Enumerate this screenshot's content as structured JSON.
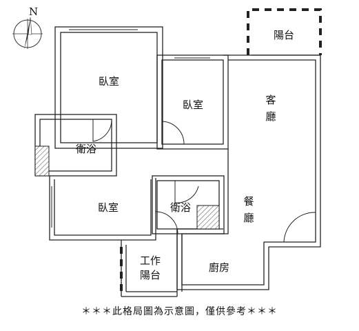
{
  "compass": {
    "north_label": "N"
  },
  "rooms": {
    "bedroom_1": "臥室",
    "bedroom_2": "臥室",
    "bedroom_3": "臥室",
    "bathroom_1": "衛浴",
    "bathroom_2": "衛浴",
    "living_room": [
      "客",
      "廳"
    ],
    "dining_room": [
      "餐",
      "廳"
    ],
    "kitchen": "廚房",
    "balcony_top": "陽台",
    "utility_balcony": [
      "工作",
      "陽台"
    ]
  },
  "disclaimer": "＊＊＊此格局圖為示意圖，僅供參考＊＊＊",
  "colors": {
    "wall": "#222222",
    "hatch": "#666666",
    "background": "#ffffff"
  }
}
